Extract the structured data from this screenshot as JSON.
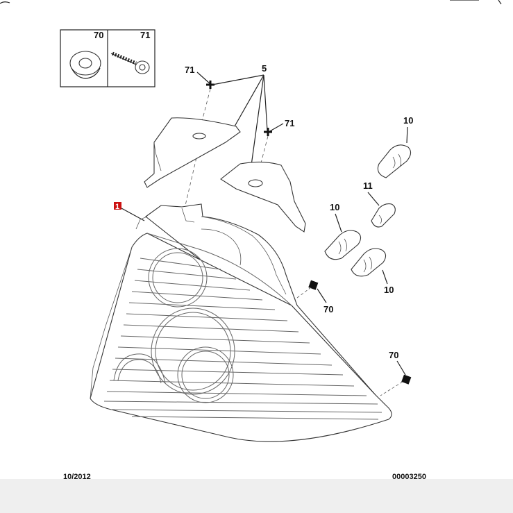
{
  "inset": {
    "left_ref": "70",
    "right_ref": "71"
  },
  "callouts": {
    "bracket_screw_left": "71",
    "brackets": "5",
    "bracket_screw_right": "71",
    "bulb_top": "10",
    "bulb_small": "11",
    "bulb_left": "10",
    "bulb_bottom": "10",
    "grommet_mid": "70",
    "grommet_low": "70",
    "lamp_assembly": "1"
  },
  "footer": {
    "date": "10/2012",
    "diagram_number": "00003250"
  },
  "colors": {
    "accent_red": "#cc1111",
    "lines": "#222222",
    "band": "#efefef"
  }
}
